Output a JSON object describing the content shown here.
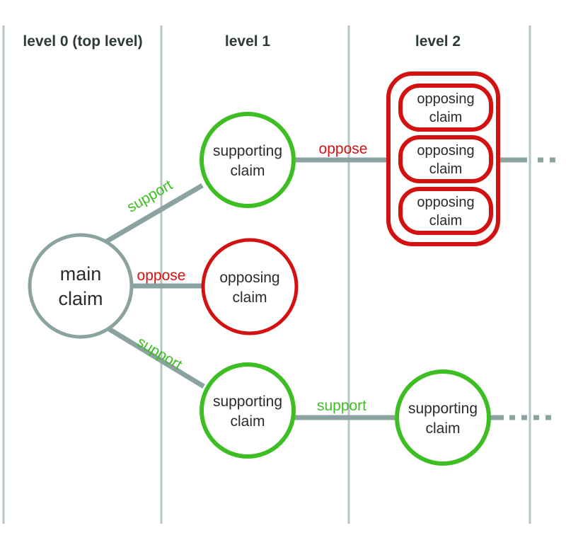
{
  "diagram": {
    "title": "argument structure levels diagram",
    "colors": {
      "support_green": "#3dbe23",
      "oppose_red": "#d41111",
      "neutral_gray": "#8ba3a0",
      "divider_gray": "#b6c6c4",
      "text_dark": "#2b2b2b",
      "header_dark": "#2d3a3a",
      "background": "#ffffff"
    },
    "columns": [
      {
        "id": "level0",
        "label": "level 0 (top level)"
      },
      {
        "id": "level1",
        "label": "level 1"
      },
      {
        "id": "level2",
        "label": "level 2"
      }
    ],
    "nodes": [
      {
        "id": "main-claim",
        "label_line1": "main",
        "label_line2": "claim",
        "type": "main",
        "column": "level0"
      },
      {
        "id": "level1-supporting-top",
        "label_line1": "supporting",
        "label_line2": "claim",
        "type": "support",
        "column": "level1"
      },
      {
        "id": "level1-opposing-middle",
        "label_line1": "opposing",
        "label_line2": "claim",
        "type": "oppose",
        "column": "level1"
      },
      {
        "id": "level1-supporting-bottom",
        "label_line1": "supporting",
        "label_line2": "claim",
        "type": "support",
        "column": "level1"
      },
      {
        "id": "level2-supporting",
        "label_line1": "supporting",
        "label_line2": "claim",
        "type": "support",
        "column": "level2"
      }
    ],
    "group_box": {
      "id": "level2-opposing-group",
      "type": "oppose",
      "items": [
        {
          "id": "level2-opposing-1",
          "label_line1": "opposing",
          "label_line2": "claim"
        },
        {
          "id": "level2-opposing-2",
          "label_line1": "opposing",
          "label_line2": "claim"
        },
        {
          "id": "level2-opposing-3",
          "label_line1": "opposing",
          "label_line2": "claim"
        }
      ]
    },
    "edges": [
      {
        "id": "edge-main-to-supporting-top",
        "label": "support",
        "relation": "support"
      },
      {
        "id": "edge-main-to-opposing-middle",
        "label": "oppose",
        "relation": "oppose"
      },
      {
        "id": "edge-main-to-supporting-bottom",
        "label": "support",
        "relation": "support"
      },
      {
        "id": "edge-supporting-top-to-group",
        "label": "oppose",
        "relation": "oppose"
      },
      {
        "id": "edge-supporting-bottom-to-level2",
        "label": "support",
        "relation": "support"
      }
    ]
  }
}
